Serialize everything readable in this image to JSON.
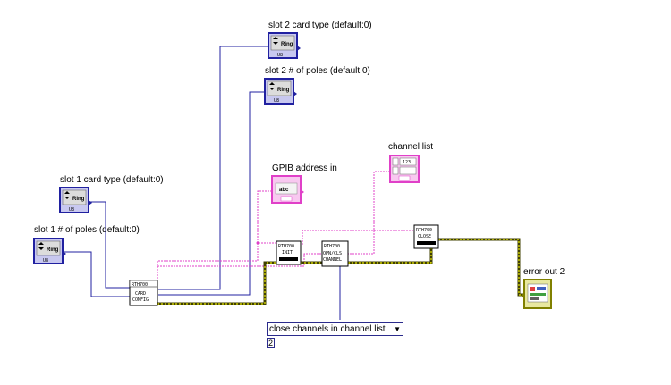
{
  "labels": {
    "slot2_card_type": "slot 2 card type (default:0)",
    "slot2_poles": "slot 2 # of poles (default:0)",
    "channel_list": "channel list",
    "gpib_address": "GPIB address in",
    "slot1_card_type": "slot 1 card type (default:0)",
    "slot1_poles": "slot 1 # of poles (default:0)",
    "error_out": "error out 2"
  },
  "controls": {
    "ring_text": "Ring",
    "ring_sub": "U8",
    "string_text": "abc",
    "array_text": "123"
  },
  "vi_nodes": {
    "card_config": [
      "RTH700",
      "CARD",
      "CONFIG"
    ],
    "init": [
      "RTH700",
      "INIT"
    ],
    "opn_cls": [
      "RTH700",
      "OPN/CLS",
      "CHANNEL"
    ],
    "close": [
      "RTH700",
      "CLOSE"
    ]
  },
  "selector": {
    "value": "close channels in channel list",
    "constant": "2"
  },
  "colors": {
    "ring_blue": "#2020a0",
    "string_pink": "#e040c8",
    "error_yellow": "#c8c800",
    "error_dark": "#404000"
  }
}
